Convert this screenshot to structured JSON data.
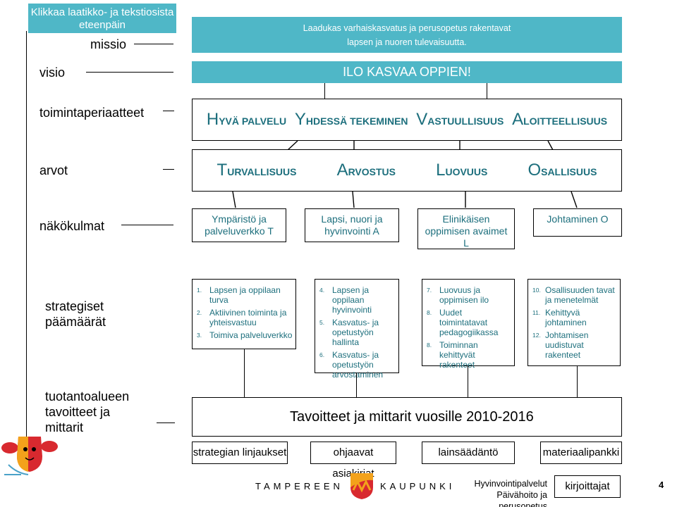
{
  "click_hint": "Klikkaa laatikko- ja tekstiosista eteenpäin",
  "mission": {
    "label": "missio",
    "text_line1": "Laadukas varhaiskasvatus ja perusopetus rakentavat",
    "text_line2": "lapsen ja nuoren tulevaisuutta."
  },
  "vision": {
    "label": "visio",
    "text": "ILO KASVAA OPPIEN!"
  },
  "principles": {
    "label": "toimintaperiaatteet",
    "items": [
      {
        "initial": "H",
        "rest": "YVÄ PALVELU"
      },
      {
        "initial": "Y",
        "rest": "HDESSÄ TEKEMINEN"
      },
      {
        "initial": "V",
        "rest": "ASTUULLISUUS"
      },
      {
        "initial": "A",
        "rest": "LOITTEELLISUUS"
      }
    ]
  },
  "values": {
    "label": "arvot",
    "items": [
      {
        "initial": "T",
        "rest": "URVALLISUUS"
      },
      {
        "initial": "A",
        "rest": "RVOSTUS"
      },
      {
        "initial": "L",
        "rest": "UOVUUS"
      },
      {
        "initial": "O",
        "rest": "SALLISUUS"
      }
    ]
  },
  "perspectives": {
    "label": "näkökulmat",
    "items": [
      {
        "line1": "Ympäristö ja",
        "line2": "palveluverkko   T",
        "line3": ""
      },
      {
        "line1": "Lapsi, nuori ja",
        "line2": "hyvinvointi    A",
        "line3": ""
      },
      {
        "line1": "Elinikäisen",
        "line2": "oppimisen avaimet",
        "line3": "L"
      },
      {
        "line1": "Johtaminen    O",
        "line2": "",
        "line3": ""
      }
    ]
  },
  "strategic_goals": {
    "label_line1": "strategiset",
    "label_line2": "päämäärät",
    "columns": [
      [
        {
          "n": "1.",
          "text": "Lapsen ja oppilaan turva"
        },
        {
          "n": "2.",
          "text": "Aktiivinen toiminta ja yhteisvastuu"
        },
        {
          "n": "3.",
          "text": "Toimiva palveluverkko"
        }
      ],
      [
        {
          "n": "4.",
          "text": "Lapsen ja oppilaan hyvinvointi"
        },
        {
          "n": "5.",
          "text": "Kasvatus- ja opetustyön hallinta"
        },
        {
          "n": "6.",
          "text": "Kasvatus- ja opetustyön arvostaminen"
        }
      ],
      [
        {
          "n": "7.",
          "text": "Luovuus ja oppimisen ilo"
        },
        {
          "n": "8.",
          "text": "Uudet toimintatavat pedagogiikassa"
        },
        {
          "n": "8.",
          "text": "Toiminnan kehittyvät rakenteet"
        }
      ],
      [
        {
          "n": "10.",
          "text": "Osallisuuden tavat ja menetelmät"
        },
        {
          "n": "11.",
          "text": "Kehittyvä johtaminen"
        },
        {
          "n": "12.",
          "text": "Johtamisen uudistuvat rakenteet"
        }
      ]
    ]
  },
  "targets": {
    "label_line1": "tuotantoalueen",
    "label_line2": "tavoitteet ja",
    "label_line3": "mittarit",
    "text": "Tavoitteet  ja mittarit vuosille 2010-2016"
  },
  "links": [
    "strategian linjaukset",
    "ohjaavat asiakirjat",
    "lainsäädäntö",
    "materiaalipankki"
  ],
  "footer": {
    "left_word": "TAMPEREEN",
    "right_word": "KAUPUNKI",
    "dept_line1": "Hyvinvointipalvelut",
    "dept_line2": "Päivähoito ja perusopetus",
    "writers_button": "kirjoittajat",
    "page_number": "4"
  },
  "colors": {
    "teal": "#4fb7c7",
    "accent_text": "#1d6f7d",
    "crest_orange": "#f3a21b",
    "crest_red": "#d8292f"
  }
}
